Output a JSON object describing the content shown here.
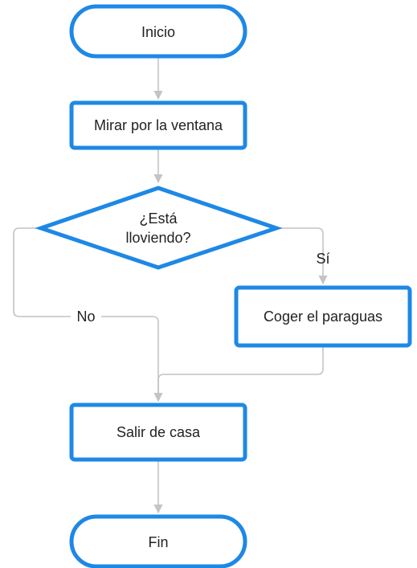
{
  "colors": {
    "node_stroke": "#1e88e5",
    "edge_stroke": "#c4c4c4",
    "text": "#222222",
    "background": "#ffffff"
  },
  "nodes": {
    "start": {
      "shape": "terminal",
      "label": "Inicio"
    },
    "look_window": {
      "shape": "process",
      "label": "Mirar por la ventana"
    },
    "decision": {
      "shape": "decision",
      "label_line1": "¿Está",
      "label_line2": "lloviendo?"
    },
    "umbrella": {
      "shape": "process",
      "label": "Coger el paraguas"
    },
    "leave": {
      "shape": "process",
      "label": "Salir de casa"
    },
    "end": {
      "shape": "terminal",
      "label": "Fin"
    }
  },
  "edges": {
    "yes_label": "Sí",
    "no_label": "No"
  }
}
